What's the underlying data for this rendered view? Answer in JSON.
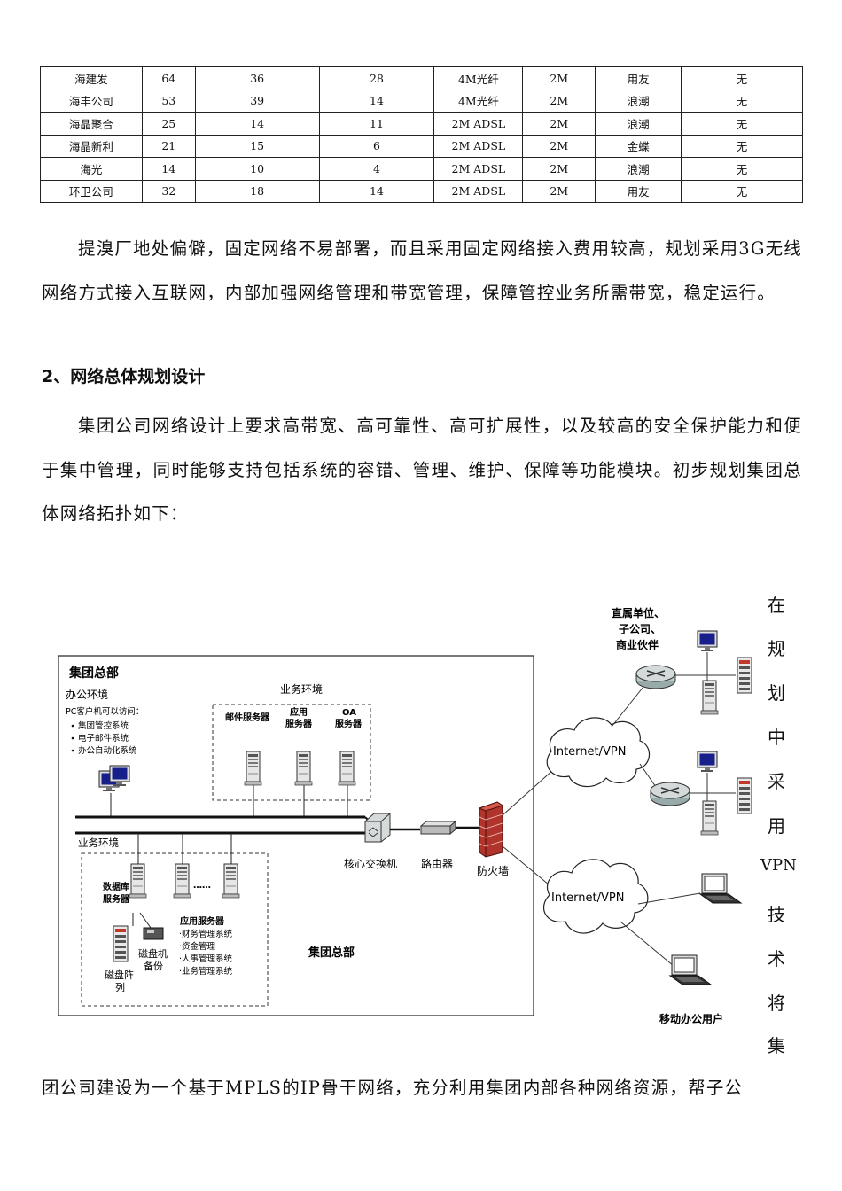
{
  "table": {
    "rows": [
      [
        "海建发",
        "64",
        "36",
        "28",
        "4M光纤",
        "2M",
        "用友",
        "无"
      ],
      [
        "海丰公司",
        "53",
        "39",
        "14",
        "4M光纤",
        "2M",
        "浪潮",
        "无"
      ],
      [
        "海晶聚合",
        "25",
        "14",
        "11",
        "2M ADSL",
        "2M",
        "浪潮",
        "无"
      ],
      [
        "海晶新利",
        "21",
        "15",
        "6",
        "2M ADSL",
        "2M",
        "金蝶",
        "无"
      ],
      [
        "海光",
        "14",
        "10",
        "4",
        "2M ADSL",
        "2M",
        "浪潮",
        "无"
      ],
      [
        "环卫公司",
        "32",
        "18",
        "14",
        "2M ADSL",
        "2M",
        "用友",
        "无"
      ]
    ]
  },
  "paragraph1": "提溴厂地处偏僻，固定网络不易部署，而且采用固定网络接入费用较高，规划采用3G无线网络方式接入互联网，内部加强网络管理和带宽管理，保障管控业务所需带宽，稳定运行。",
  "heading2": "2、网络总体规划设计",
  "paragraph2": "集团公司网络设计上要求高带宽、高可靠性、高可扩展性，以及较高的安全保护能力和便于集中管理，同时能够支持包括系统的容错、管理、维护、保障等功能模块。初步规划集团总体网络拓扑如下：",
  "side_chars": [
    "在",
    "规",
    "划",
    "中",
    "采",
    "用",
    "VPN",
    "技",
    "术",
    "将",
    "集"
  ],
  "paragraph3": "团公司建设为一个基于MPLS的IP骨干网络，充分利用集团内部各种网络资源，帮子公",
  "diagram": {
    "hq_title": "集团总部",
    "office_env": "办公环境",
    "pc_access": "PC客户机可以访问：",
    "pc_items": [
      "集团管控系统",
      "电子邮件系统",
      "办公自动化系统"
    ],
    "business_env_top": "业务环境",
    "mail_server": "邮件服务器",
    "app_server_1": "应用",
    "app_server_2": "服务器",
    "oa_server_1": "OA",
    "oa_server_2": "服务器",
    "business_env_bottom": "业务环境",
    "db_server_1": "数据库",
    "db_server_2": "服务器",
    "dots": "……",
    "app_server_title": "应用服务器",
    "app_server_items": [
      "·财务管理系统",
      "·资金管理",
      "·人事管理系统",
      "·业务管理系统"
    ],
    "disk_backup_1": "磁盘机",
    "disk_backup_2": "备份",
    "disk_array_1": "磁盘阵",
    "disk_array_2": "列",
    "hq_center": "集团总部",
    "core_switch": "核心交换机",
    "router": "路由器",
    "firewall": "防火墙",
    "cloud1": "Internet/VPN",
    "cloud2": "Internet/VPN",
    "affiliates_1": "直属单位、",
    "affiliates_2": "子公司、",
    "affiliates_3": "商业伙伴",
    "mobile_users": "移动办公用户"
  }
}
